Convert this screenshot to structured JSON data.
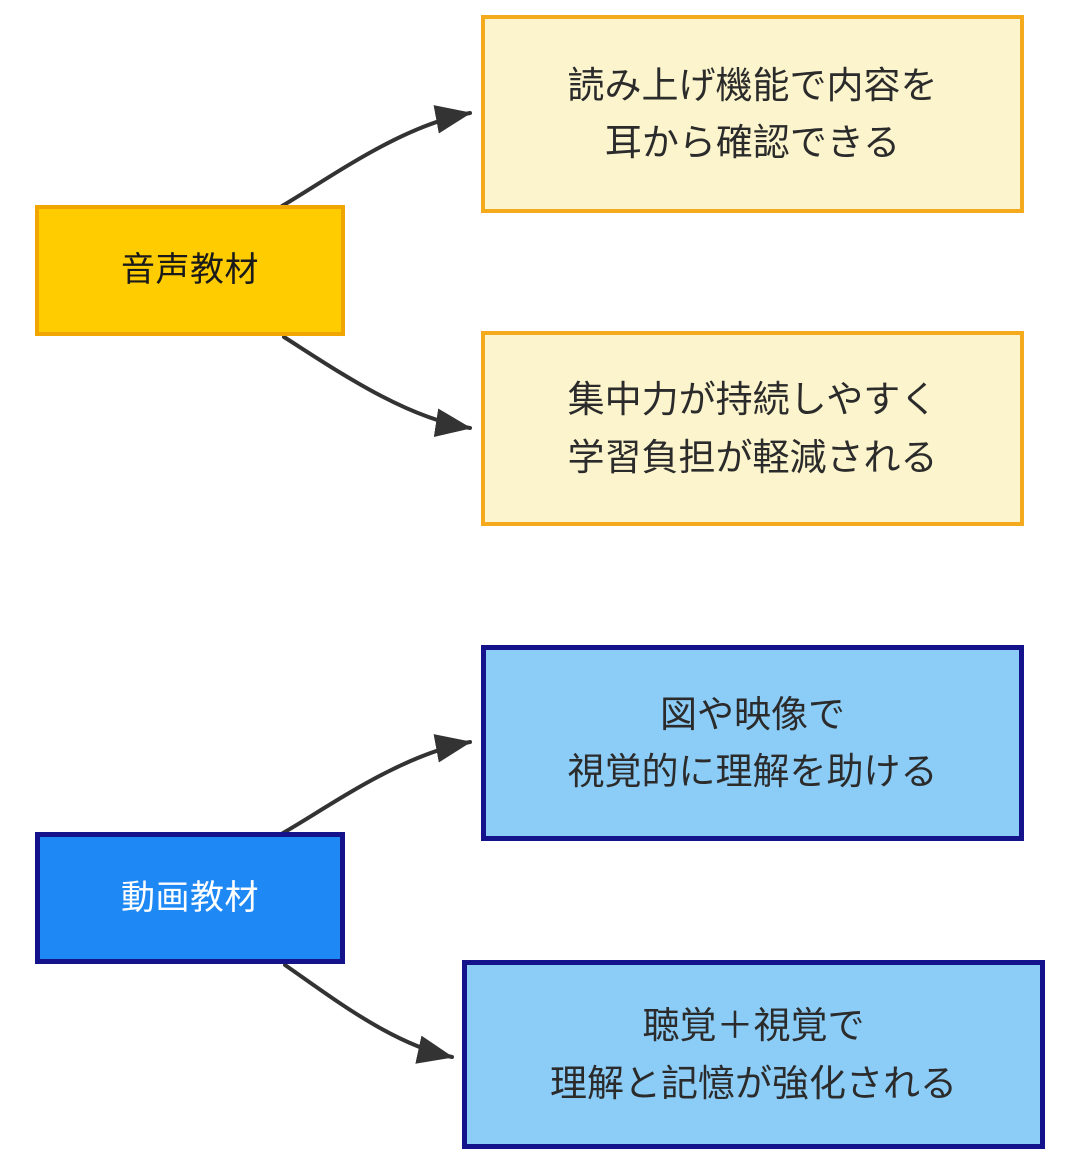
{
  "diagram": {
    "type": "flow-tree",
    "background_color": "#FFFFFF",
    "branches": [
      {
        "id": "audio",
        "source": {
          "label": "音声教材",
          "fill": "#FFCC00",
          "border": "#F0A500",
          "text_color": "#1A1A1A"
        },
        "targets": [
          {
            "label": "読み上げ機能で内容を\n耳から確認できる",
            "fill": "#FBF4CC",
            "border": "#F5AA1E",
            "text_color": "#2B2B2B"
          },
          {
            "label": "集中力が持続しやすく\n学習負担が軽減される",
            "fill": "#FBF4CC",
            "border": "#F5AA1E",
            "text_color": "#2B2B2B"
          }
        ]
      },
      {
        "id": "video",
        "source": {
          "label": "動画教材",
          "fill": "#1E88F5",
          "border": "#14138C",
          "text_color": "#FFFFFF"
        },
        "targets": [
          {
            "label": "図や映像で\n視覚的に理解を助ける",
            "fill": "#8CCDF8",
            "border": "#14138C",
            "text_color": "#2B2B2B"
          },
          {
            "label": "聴覚＋視覚で\n理解と記憶が強化される",
            "fill": "#8CCDF8",
            "border": "#14138C",
            "text_color": "#2B2B2B"
          }
        ]
      }
    ],
    "connectors": {
      "color": "#333333",
      "style": "curved-arrow",
      "count": 4
    }
  }
}
